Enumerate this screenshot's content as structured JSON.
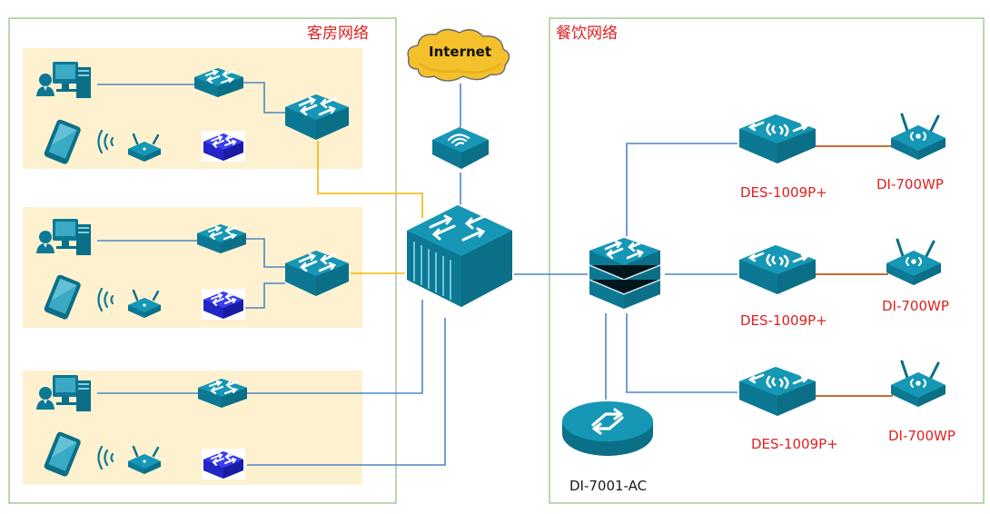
{
  "regions": {
    "guest": "客房网络",
    "dining": "餐饮网络"
  },
  "internet": "Internet",
  "controller": "DI-7001-AC",
  "poe_switches": [
    "DES-1009P+",
    "DES-1009P+",
    "DES-1009P+"
  ],
  "access_points": [
    "DI-700WP",
    "DI-700WP",
    "DI-700WP"
  ],
  "colors": {
    "device_teal": "#0e87a3",
    "device_blue": "#2b2fd1",
    "lan_line": "#4f86c6",
    "uplink_line": "#f2b705",
    "ap_line": "#c0541a",
    "region_border": "#8dbf7a",
    "floor_fill": "#fdf1cf",
    "label_red": "#e02020"
  },
  "icons": [
    "pc-user-icon",
    "tablet-icon",
    "wifi-signal-icon",
    "wireless-router-icon",
    "switch-icon",
    "core-switch-icon",
    "modem-icon",
    "cloud-icon",
    "ac-controller-icon",
    "poe-switch-icon",
    "access-point-icon"
  ]
}
